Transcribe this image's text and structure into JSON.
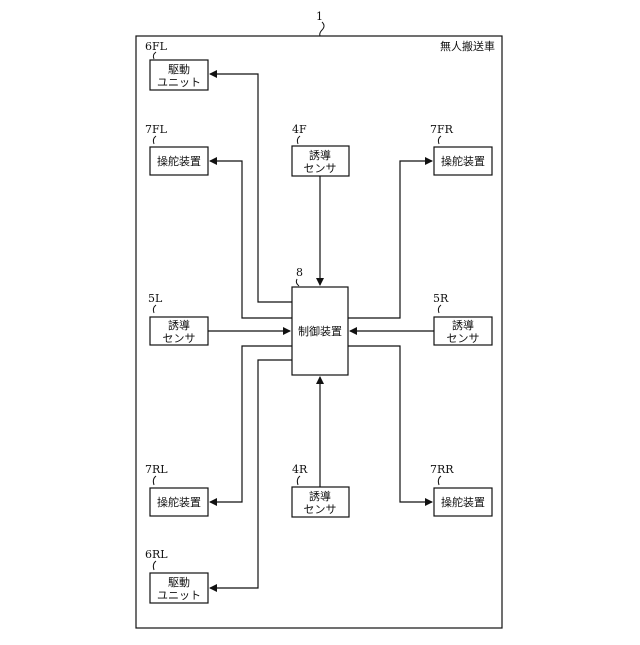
{
  "diagram": {
    "figure_ref": "1",
    "vehicle_title": "無人搬送車",
    "controller": {
      "ref": "8",
      "label": "制御装置"
    },
    "blocks": {
      "drive_fl": {
        "ref": "6FL",
        "line1": "駆動",
        "line2": "ユニット"
      },
      "steer_fl": {
        "ref": "7FL",
        "line1": "操舵装置"
      },
      "sensor_f": {
        "ref": "4F",
        "line1": "誘導",
        "line2": "センサ"
      },
      "steer_fr": {
        "ref": "7FR",
        "line1": "操舵装置"
      },
      "sensor_l": {
        "ref": "5L",
        "line1": "誘導",
        "line2": "センサ"
      },
      "sensor_r": {
        "ref": "5R",
        "line1": "誘導",
        "line2": "センサ"
      },
      "steer_rl": {
        "ref": "7RL",
        "line1": "操舵装置"
      },
      "sensor_rr": {
        "ref": "4R",
        "line1": "誘導",
        "line2": "センサ"
      },
      "steer_rr": {
        "ref": "7RR",
        "line1": "操舵装置"
      },
      "drive_rl": {
        "ref": "6RL",
        "line1": "駆動",
        "line2": "ユニット"
      }
    }
  }
}
